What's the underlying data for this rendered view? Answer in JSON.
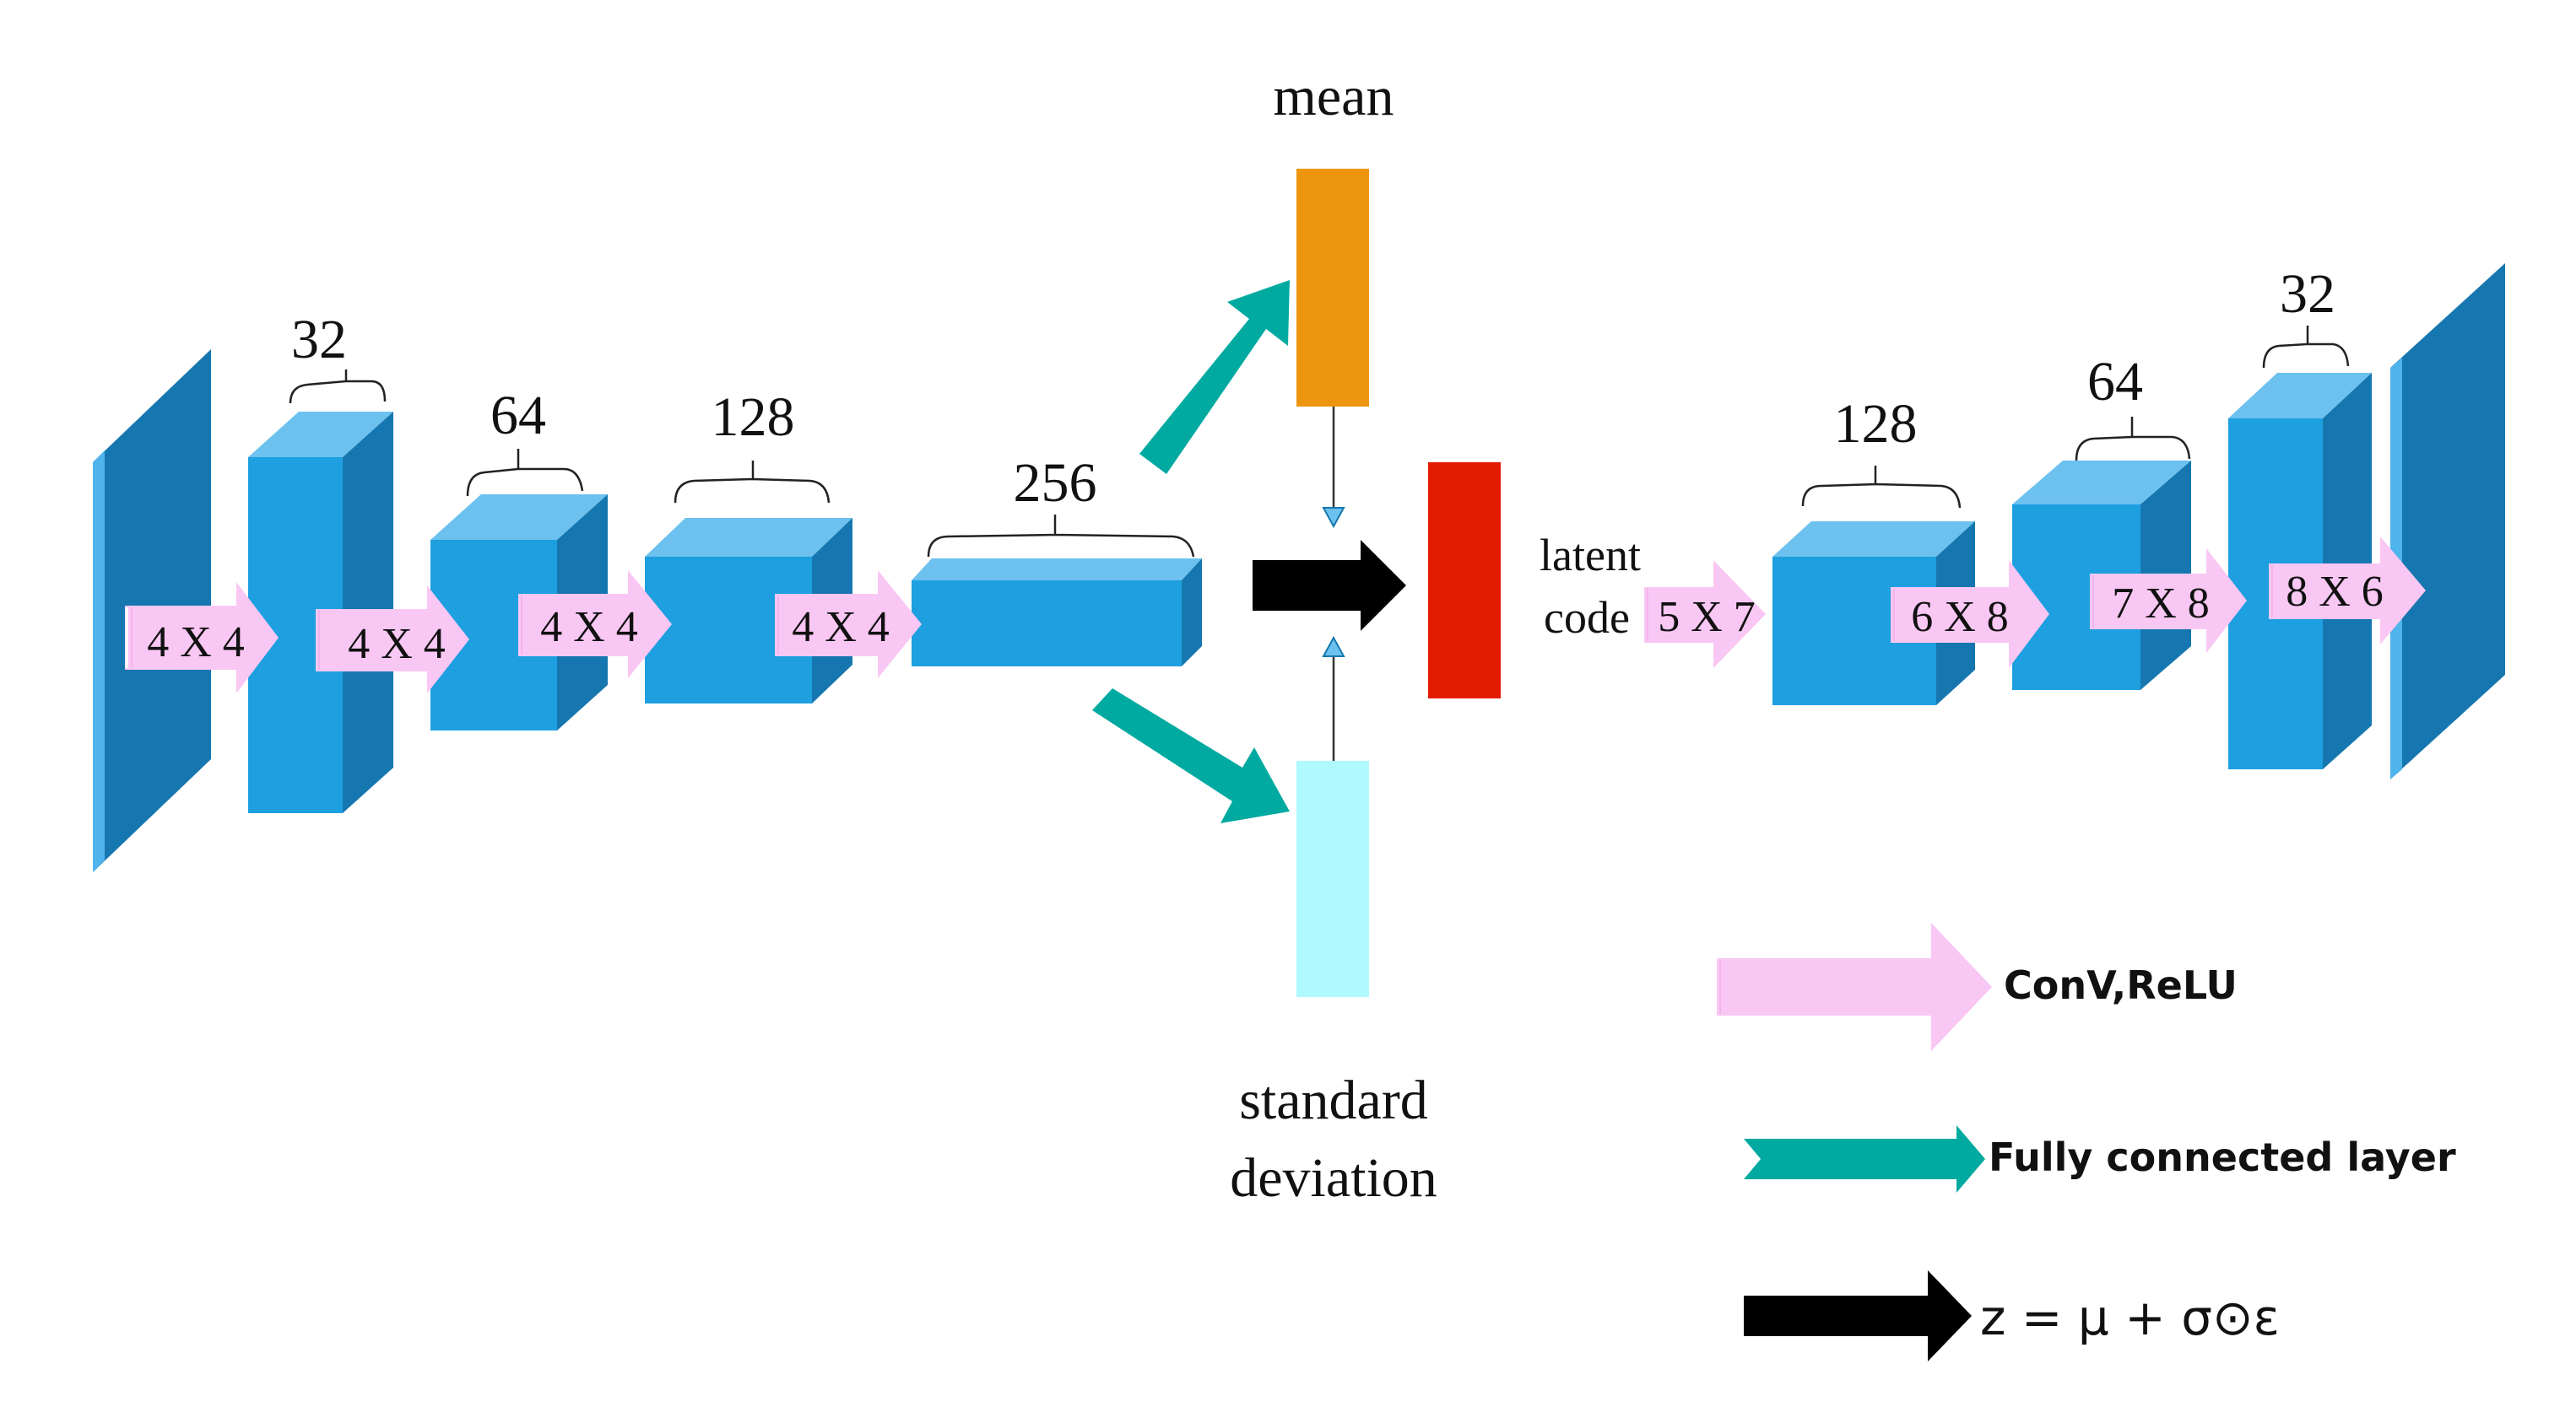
{
  "encoder": {
    "channels": [
      "32",
      "64",
      "128",
      "256"
    ],
    "kernels": [
      "4 X 4",
      "4 X 4",
      "4 X 4",
      "4 X 4"
    ]
  },
  "latent": {
    "mean_label": "mean",
    "std_label_line1": "standard",
    "std_label_line2": "deviation",
    "latent_label_line1": "latent",
    "latent_label_line2": "code"
  },
  "decoder": {
    "channels": [
      "128",
      "64",
      "32"
    ],
    "kernels": [
      "5 X 7",
      "6 X 8",
      "7 X 8",
      "8 X 6"
    ]
  },
  "legend": {
    "conv_label": "ConV,ReLU",
    "fc_label": "Fully connected layer",
    "reparam_label": "z = μ + σ⊙ε"
  },
  "colors": {
    "block_front": "#1e9fe0",
    "block_top": "#6cc1ef",
    "block_side": "#1677b0",
    "conv_arrow": "#f9c7f3",
    "fc_arrow": "#00aaa0",
    "mean_bar": "#ee9510",
    "std_bar": "#aefaff",
    "latent_bar": "#e31b00",
    "reparam_arrow": "#000000"
  }
}
